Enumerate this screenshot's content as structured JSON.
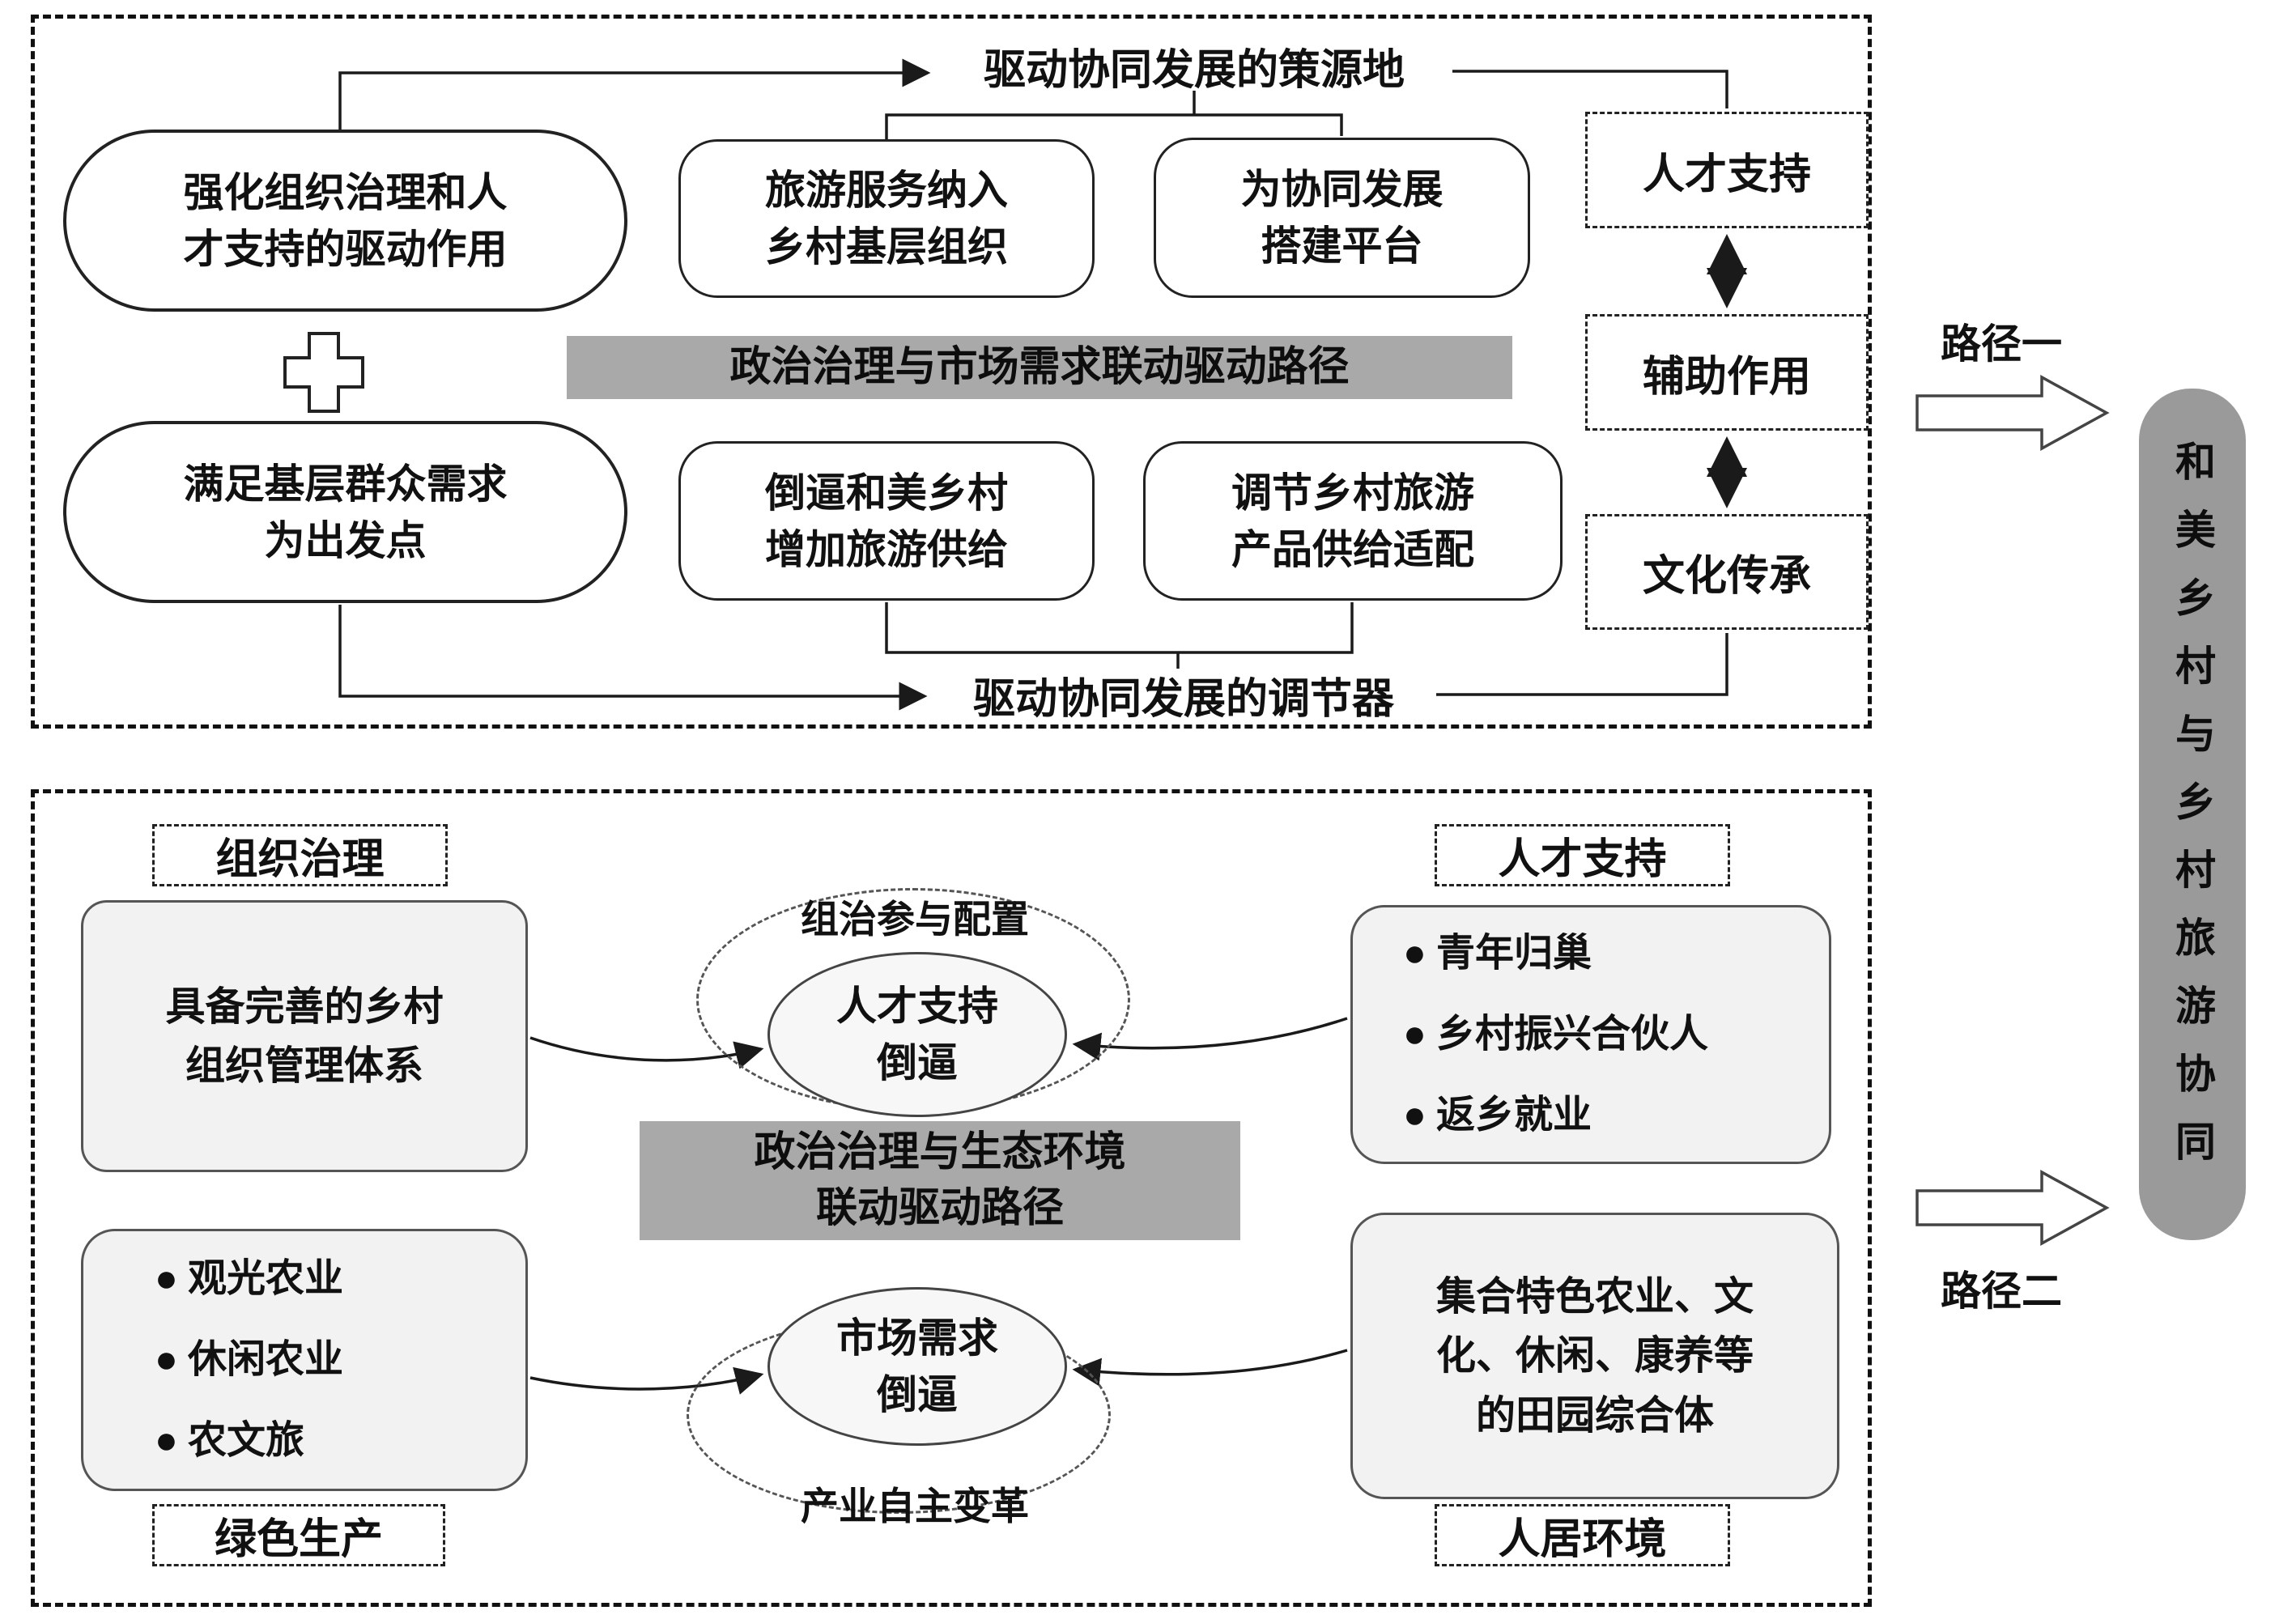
{
  "colors": {
    "banner_gray": "#a9a9a9",
    "goal_gray": "#9a9a9a",
    "box_fill_light": "#f2f2f2",
    "line": "#1a1a1a"
  },
  "top": {
    "source_label": "驱动协同发展的策源地",
    "regulator_label": "驱动协同发展的调节器",
    "banner": "政治治理与市场需求联动驱动路径",
    "box_strengthen": "强化组织治理和人\n才支持的驱动作用",
    "box_satisfy": "满足基层群众需求\n为出发点",
    "box_tourism_service": "旅游服务纳入\n乡村基层组织",
    "box_platform": "为协同发展\n搭建平台",
    "box_forcing": "倒逼和美乡村\n增加旅游供给",
    "box_adjust": "调节乡村旅游\n产品供给适配",
    "side_talent": "人才支持",
    "side_assist": "辅助作用",
    "side_culture": "文化传承"
  },
  "bottom": {
    "label_org": "组织治理",
    "label_talent": "人才支持",
    "label_green": "绿色生产",
    "label_habitat": "人居环境",
    "banner": "政治治理与生态环境\n联动驱动路径",
    "box_org_system": "具备完善的乡村\n组织管理体系",
    "ellipse_top_label": "组治参与配置",
    "ellipse_talent": "人才支持\n倒逼",
    "talent_items": [
      "● 青年归巢",
      "● 乡村振兴合伙人",
      "● 返乡就业"
    ],
    "agri_items": [
      "● 观光农业",
      "● 休闲农业",
      "● 农文旅"
    ],
    "ellipse_market": "市场需求\n倒逼",
    "ellipse_bottom_label": "产业自主变革",
    "box_complex": "集合特色农业、文\n化、休闲、康养等\n的田园综合体"
  },
  "right": {
    "path1": "路径一",
    "path2": "路径二",
    "goal": "和美乡村与乡村旅游协同"
  }
}
